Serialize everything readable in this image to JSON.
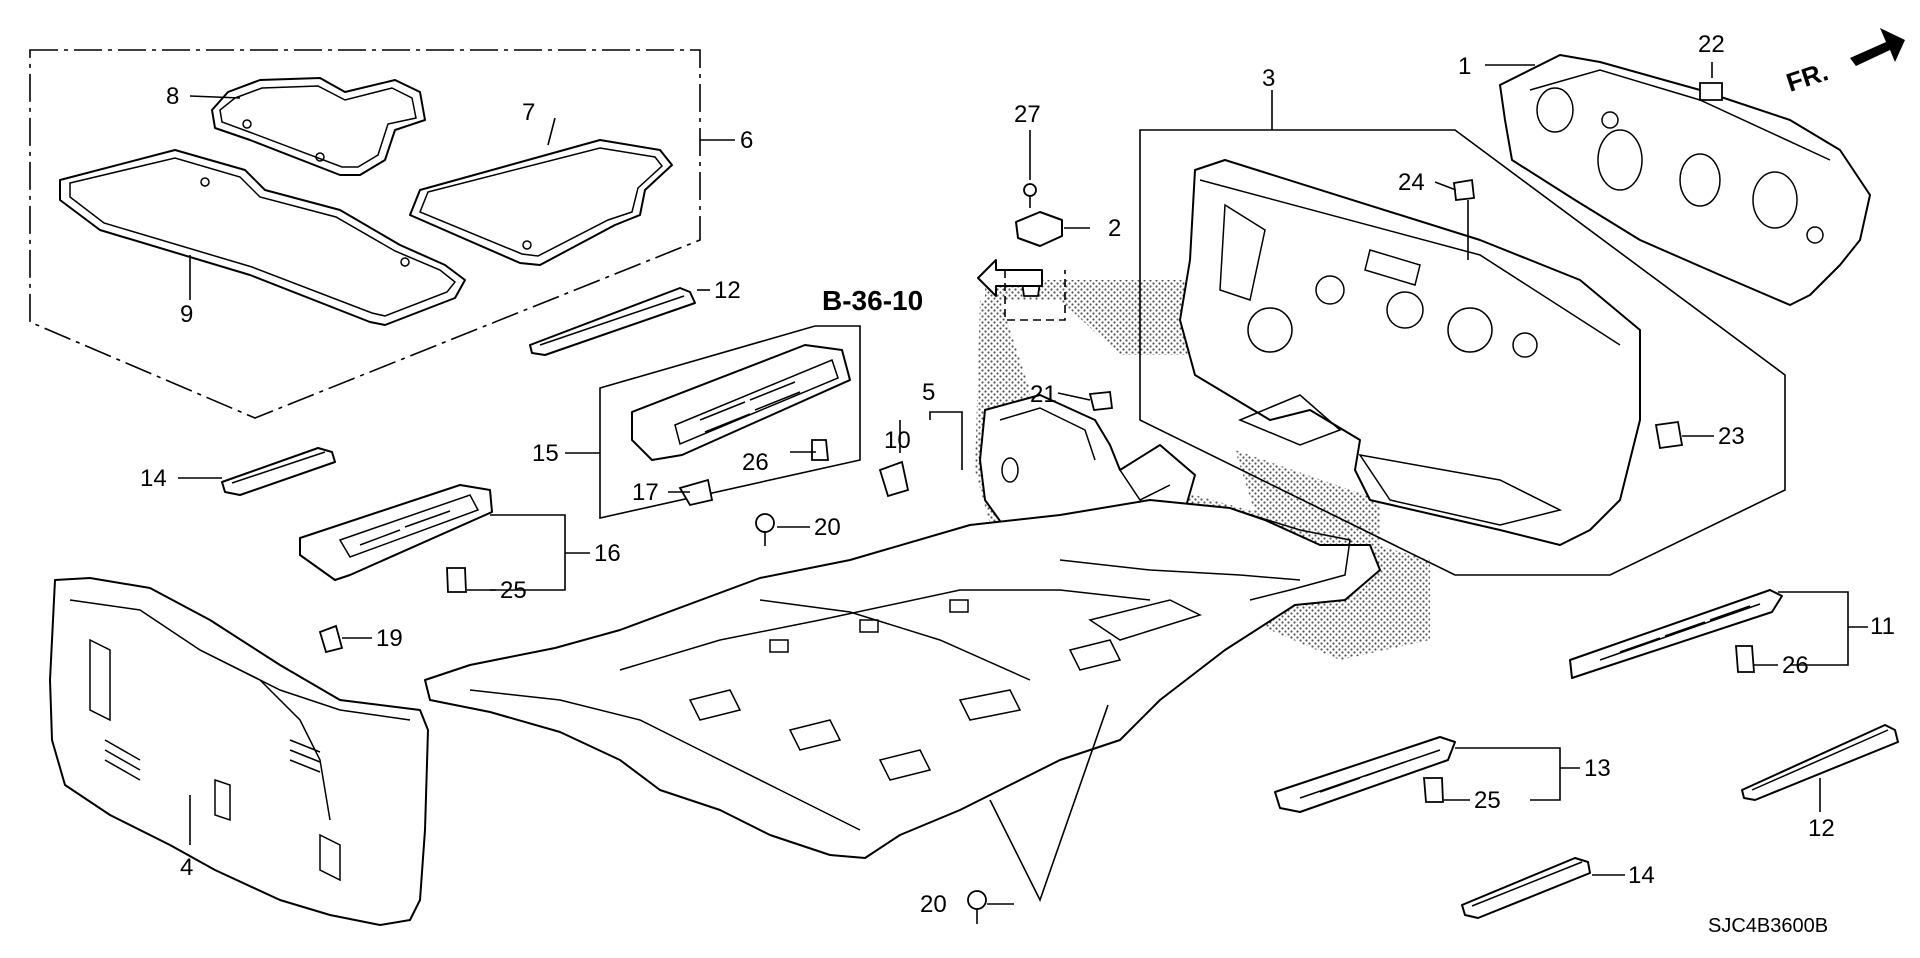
{
  "diagram": {
    "ref_label": "B-36-10",
    "direction_label": "FR.",
    "code": "SJC4B3600B",
    "callouts": {
      "c1": "1",
      "c2": "2",
      "c3": "3",
      "c4": "4",
      "c5": "5",
      "c6": "6",
      "c7": "7",
      "c8": "8",
      "c9": "9",
      "c10": "10",
      "c11": "11",
      "c12a": "12",
      "c12b": "12",
      "c13": "13",
      "c14a": "14",
      "c14b": "14",
      "c15": "15",
      "c16": "16",
      "c17": "17",
      "c19": "19",
      "c20a": "20",
      "c20b": "20",
      "c21": "21",
      "c22": "22",
      "c23": "23",
      "c24": "24",
      "c25a": "25",
      "c25b": "25",
      "c26a": "26",
      "c26b": "26",
      "c27": "27"
    }
  }
}
